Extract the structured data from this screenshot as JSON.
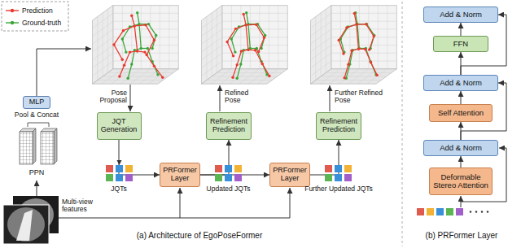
{
  "diagram": {
    "nodes": [
      {
        "text": [
          "MLP"
        ]
      },
      {
        "text": [
          "JQT Generation"
        ]
      },
      {
        "text": [
          "Refinement Prediction"
        ]
      },
      {
        "text": [
          "Refinement Prediction"
        ]
      },
      {
        "text": [
          "PRFormer Layer"
        ]
      },
      {
        "text": [
          "PRFormer Layer"
        ]
      },
      {
        "text": [
          "Add & Norm"
        ]
      },
      {
        "text": [
          "FFN"
        ]
      },
      {
        "text": [
          "Add & Norm"
        ]
      },
      {
        "text": [
          "Self Attention"
        ]
      },
      {
        "text": [
          "Add & Norm"
        ]
      },
      {
        "text": [
          "Deformable Stereo Attention"
        ]
      }
    ],
    "edges": [
      {
        "from": 1,
        "to": 4,
        "arrow": "to"
      },
      {
        "from": 4,
        "to": 5,
        "arrow": "to"
      },
      {
        "from": 4,
        "to": 2,
        "arrow": "to"
      },
      {
        "from": 5,
        "to": 3,
        "arrow": "to"
      },
      {
        "from": 11,
        "to": 10,
        "arrow": "to"
      },
      {
        "from": 10,
        "to": 9,
        "arrow": "to"
      },
      {
        "from": 9,
        "to": 8,
        "arrow": "to"
      },
      {
        "from": 8,
        "to": 7,
        "arrow": "to"
      },
      {
        "from": 7,
        "to": 6,
        "arrow": "to"
      },
      {
        "from": 10,
        "to": 8,
        "arrow": "to"
      },
      {
        "from": 8,
        "to": 6,
        "arrow": "to"
      }
    ],
    "labels": [
      "Pool & Concat",
      "PPN",
      "Pose Proposal",
      "Refined Pose",
      "Further Refined Pose",
      "JQTs",
      "Updated JQTs",
      "Further Updated JQTs",
      "Multi-view features",
      "(a) Architecture of EgoPoseFormer",
      "(b) PRFormer Layer"
    ],
    "legend": [
      {
        "text": "Prediction"
      },
      {
        "text": "Ground-truth"
      }
    ]
  }
}
